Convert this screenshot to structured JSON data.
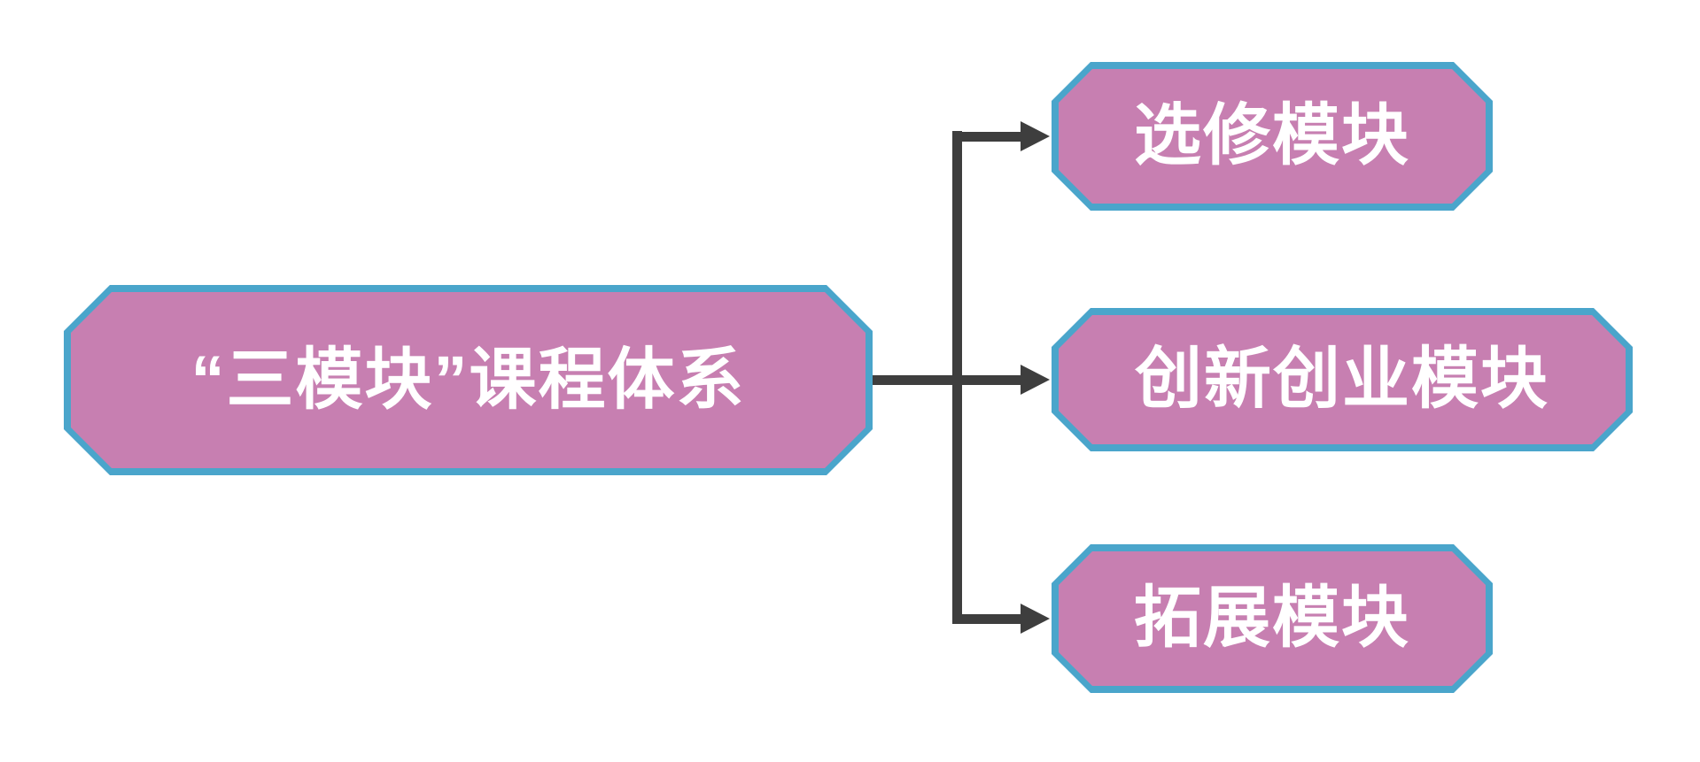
{
  "diagram": {
    "title_node": {
      "label": "“三模块”课程体系"
    },
    "children": [
      {
        "label": "选修模块"
      },
      {
        "label": "创新创业模块"
      },
      {
        "label": "拓展模块"
      }
    ]
  },
  "colors": {
    "background": "#FFFFFF",
    "node_fill": "#C77FB1",
    "node_border": "#4AA5CB",
    "node_text": "#FFFFFF",
    "arrow": "#3E3E3E"
  }
}
